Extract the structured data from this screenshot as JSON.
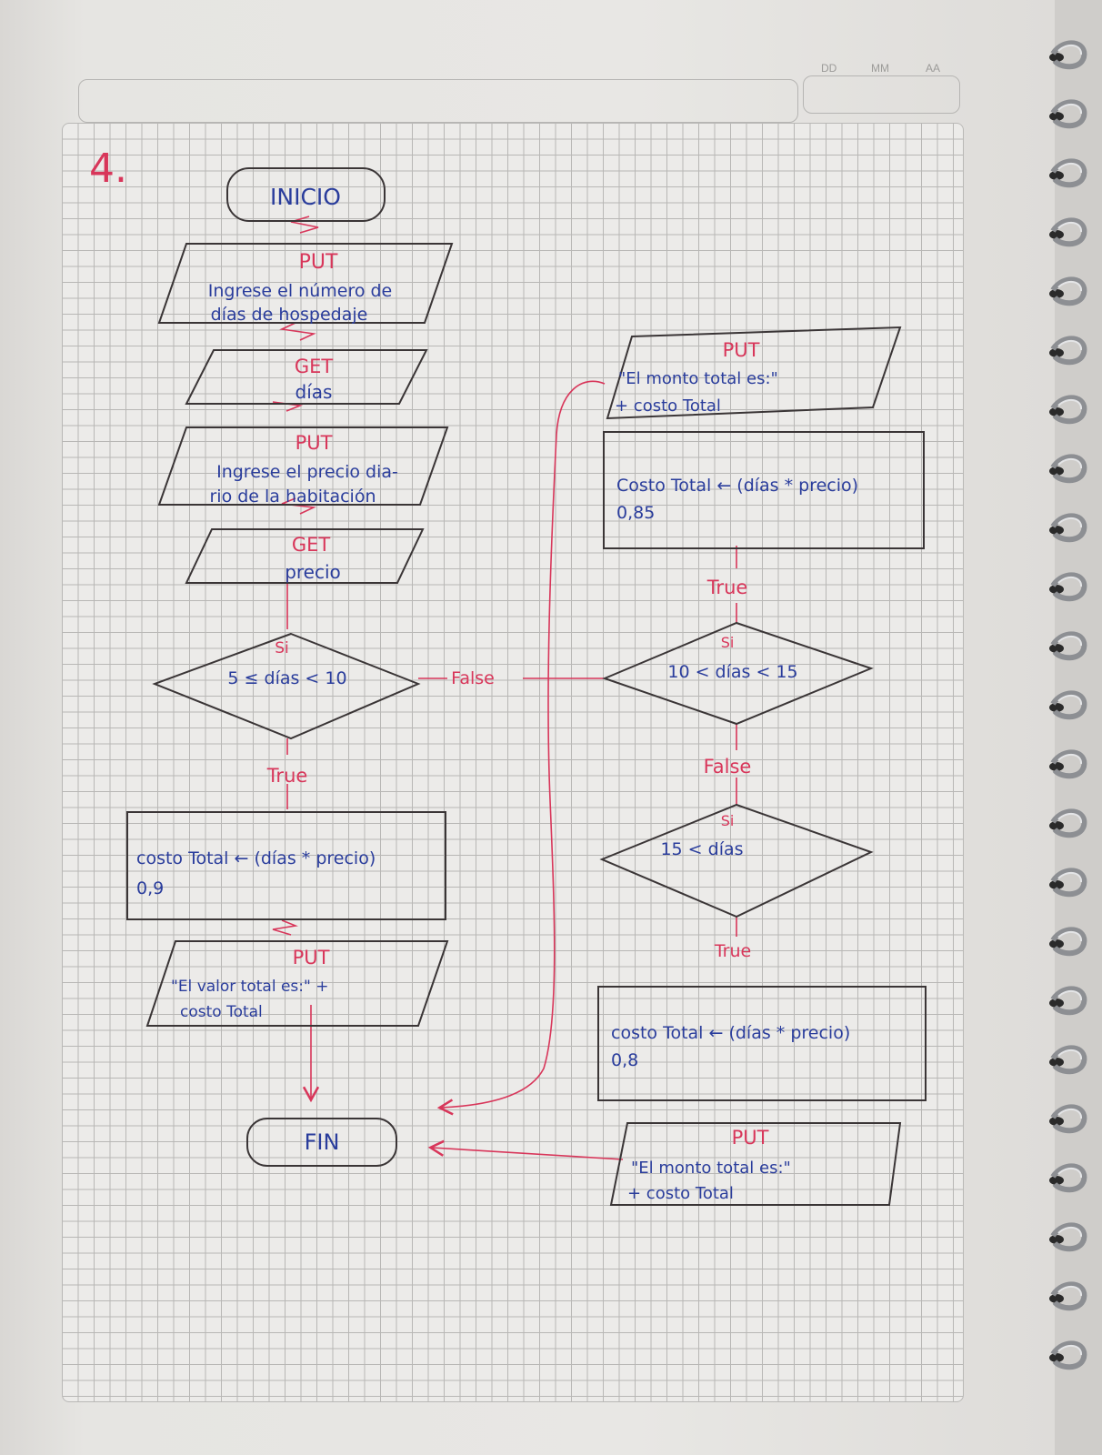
{
  "header": {
    "dd_label": "DD",
    "mm_label": "MM",
    "aa_label": "AA"
  },
  "exercise_number": "4.",
  "flowchart": {
    "start": "INICIO",
    "put1": {
      "keyword": "PUT",
      "line1": "Ingrese el número de",
      "line2": "días de hospedaje"
    },
    "get1": {
      "keyword": "GET",
      "var": "días"
    },
    "put2": {
      "keyword": "PUT",
      "line1": "Ingrese el precio dia-",
      "line2": "rio de la habitación"
    },
    "get2": {
      "keyword": "GET",
      "var": "precio"
    },
    "decision1": {
      "keyword": "Si",
      "condition": "5 ≤ días < 10"
    },
    "decision1_true": "True",
    "decision1_false": "False",
    "process1": {
      "line1": "costo Total ← (días * precio)",
      "line2": "0,9"
    },
    "put3": {
      "keyword": "PUT",
      "line1": "\"El valor total es:\" +",
      "line2": "costo Total"
    },
    "end": "FIN",
    "decision2": {
      "keyword": "Si",
      "condition": "10 < días < 15"
    },
    "decision2_true": "True",
    "decision2_false": "False",
    "process2": {
      "line1": "Costo Total ← (días * precio)",
      "line2": "0,85"
    },
    "put4": {
      "keyword": "PUT",
      "line1": "\"El monto total es:\"",
      "line2": "+ costo Total"
    },
    "decision3": {
      "keyword": "Si",
      "condition": "15 < días"
    },
    "decision3_true": "True",
    "process3": {
      "line1": "costo Total ← (días * precio)",
      "line2": "0,8"
    },
    "put5": {
      "keyword": "PUT",
      "line1": "\"El monto total es:\"",
      "line2": "+ costo Total"
    }
  },
  "colors": {
    "ink_blue": "#2a3d9c",
    "ink_red": "#d8365a",
    "ink_black": "#3a3536",
    "paper": "#ecebe9",
    "grid": "#b8b7b5"
  }
}
